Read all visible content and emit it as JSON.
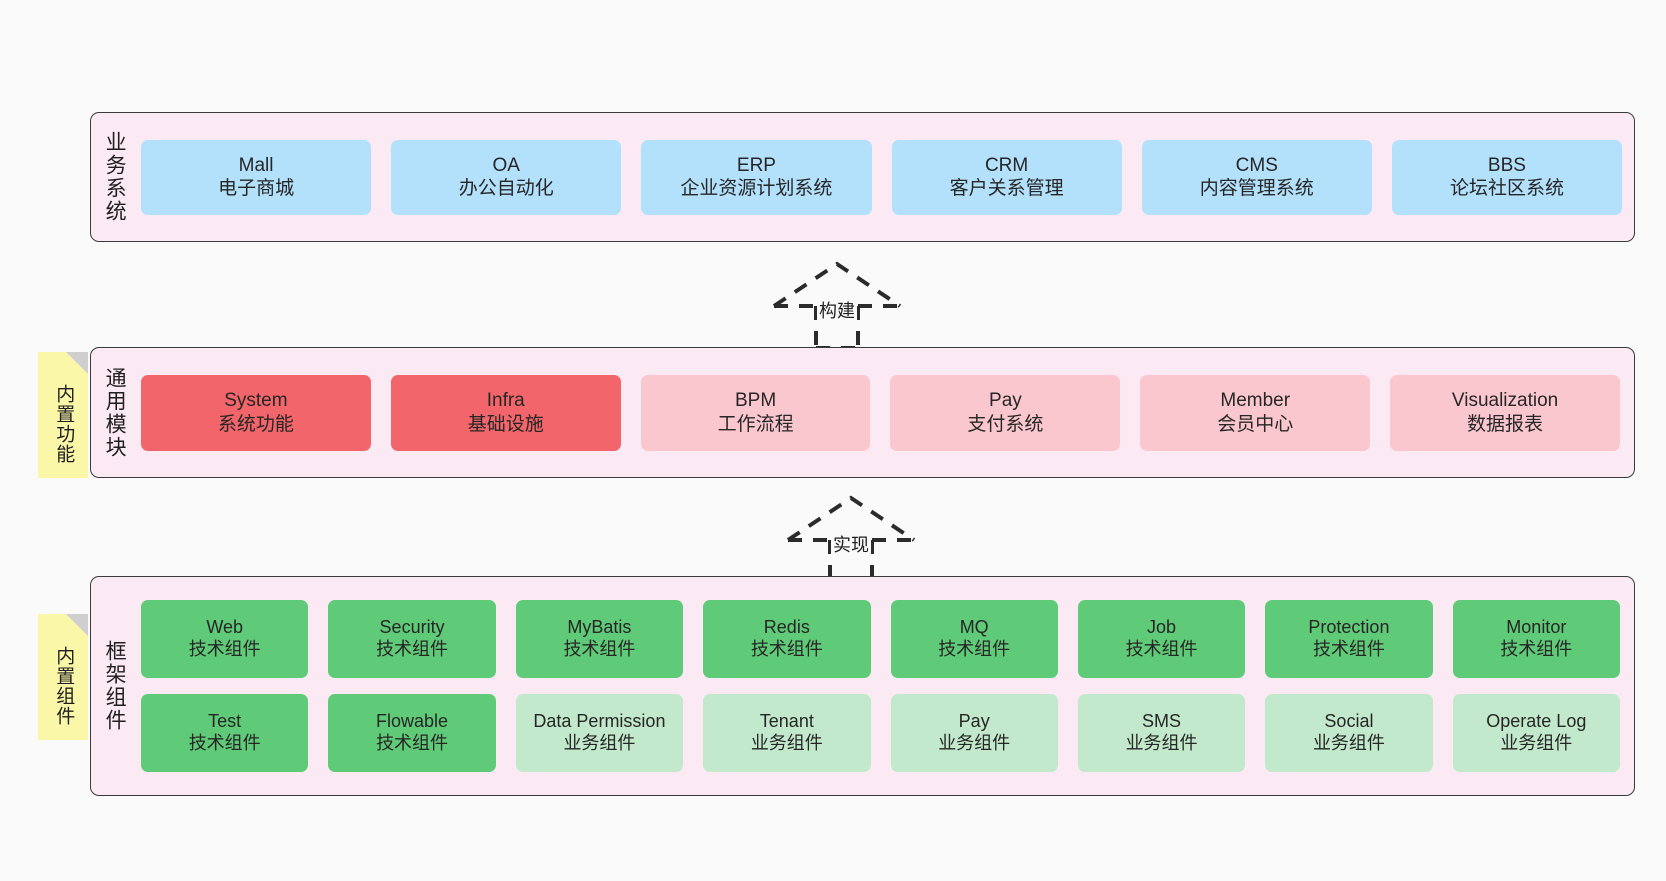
{
  "layers": [
    {
      "id": "business",
      "title": "业务系统",
      "rows": [
        [
          {
            "en": "Mall",
            "cn": "电子商城",
            "color": "#b3e0fb",
            "style": "c-blue"
          },
          {
            "en": "OA",
            "cn": "办公自动化",
            "color": "#b3e0fb",
            "style": "c-blue"
          },
          {
            "en": "ERP",
            "cn": "企业资源计划系统",
            "color": "#b3e0fb",
            "style": "c-blue"
          },
          {
            "en": "CRM",
            "cn": "客户关系管理",
            "color": "#b3e0fb",
            "style": "c-blue"
          },
          {
            "en": "CMS",
            "cn": "内容管理系统",
            "color": "#b3e0fb",
            "style": "c-blue"
          },
          {
            "en": "BBS",
            "cn": "论坛社区系统",
            "color": "#b3e0fb",
            "style": "c-blue"
          }
        ]
      ]
    },
    {
      "id": "common",
      "title": "通用模块",
      "rows": [
        [
          {
            "en": "System",
            "cn": "系统功能",
            "color": "#f2656a",
            "style": "c-red"
          },
          {
            "en": "Infra",
            "cn": "基础设施",
            "color": "#f2656a",
            "style": "c-red"
          },
          {
            "en": "BPM",
            "cn": "工作流程",
            "color": "#fbc7cf",
            "style": "c-pinklight"
          },
          {
            "en": "Pay",
            "cn": "支付系统",
            "color": "#fbc7cf",
            "style": "c-pinklight"
          },
          {
            "en": "Member",
            "cn": "会员中心",
            "color": "#fbc7cf",
            "style": "c-pinklight"
          },
          {
            "en": "Visualization",
            "cn": "数据报表",
            "color": "#fbc7cf",
            "style": "c-pinklight"
          }
        ]
      ]
    },
    {
      "id": "framework",
      "title": "框架组件",
      "rows": [
        [
          {
            "en": "Web",
            "cn": "技术组件",
            "color": "#5fca77",
            "style": "c-green"
          },
          {
            "en": "Security",
            "cn": "技术组件",
            "color": "#5fca77",
            "style": "c-green"
          },
          {
            "en": "MyBatis",
            "cn": "技术组件",
            "color": "#5fca77",
            "style": "c-green"
          },
          {
            "en": "Redis",
            "cn": "技术组件",
            "color": "#5fca77",
            "style": "c-green"
          },
          {
            "en": "MQ",
            "cn": "技术组件",
            "color": "#5fca77",
            "style": "c-green"
          },
          {
            "en": "Job",
            "cn": "技术组件",
            "color": "#5fca77",
            "style": "c-green"
          },
          {
            "en": "Protection",
            "cn": "技术组件",
            "color": "#5fca77",
            "style": "c-green"
          },
          {
            "en": "Monitor",
            "cn": "技术组件",
            "color": "#5fca77",
            "style": "c-green"
          }
        ],
        [
          {
            "en": "Test",
            "cn": "技术组件",
            "color": "#5fca77",
            "style": "c-green"
          },
          {
            "en": "Flowable",
            "cn": "技术组件",
            "color": "#5fca77",
            "style": "c-green"
          },
          {
            "en": "Data Permission",
            "cn": "业务组件",
            "color": "#c2e9cb",
            "style": "c-greenlight"
          },
          {
            "en": "Tenant",
            "cn": "业务组件",
            "color": "#c2e9cb",
            "style": "c-greenlight"
          },
          {
            "en": "Pay",
            "cn": "业务组件",
            "color": "#c2e9cb",
            "style": "c-greenlight"
          },
          {
            "en": "SMS",
            "cn": "业务组件",
            "color": "#c2e9cb",
            "style": "c-greenlight"
          },
          {
            "en": "Social",
            "cn": "业务组件",
            "color": "#c2e9cb",
            "style": "c-greenlight"
          },
          {
            "en": "Operate Log",
            "cn": "业务组件",
            "color": "#c2e9cb",
            "style": "c-greenlight"
          }
        ]
      ]
    }
  ],
  "notes": [
    {
      "id": "functions",
      "text": "内置功能",
      "color": "#fbf7a8"
    },
    {
      "id": "components",
      "text": "内置组件",
      "color": "#fbf7a8"
    }
  ],
  "arrows": [
    {
      "id": "build",
      "label": "构建",
      "style": "dashed-generalization"
    },
    {
      "id": "realize",
      "label": "实现",
      "style": "dashed-generalization"
    }
  ],
  "colors": {
    "background": "#fafafa",
    "panel": "#fbeaf4",
    "panel_border": "#3a3a3a",
    "note": "#fbf7a8",
    "note_fold": "#cfcfcf",
    "arrow": "#2b2b2b",
    "text": "#262626"
  }
}
